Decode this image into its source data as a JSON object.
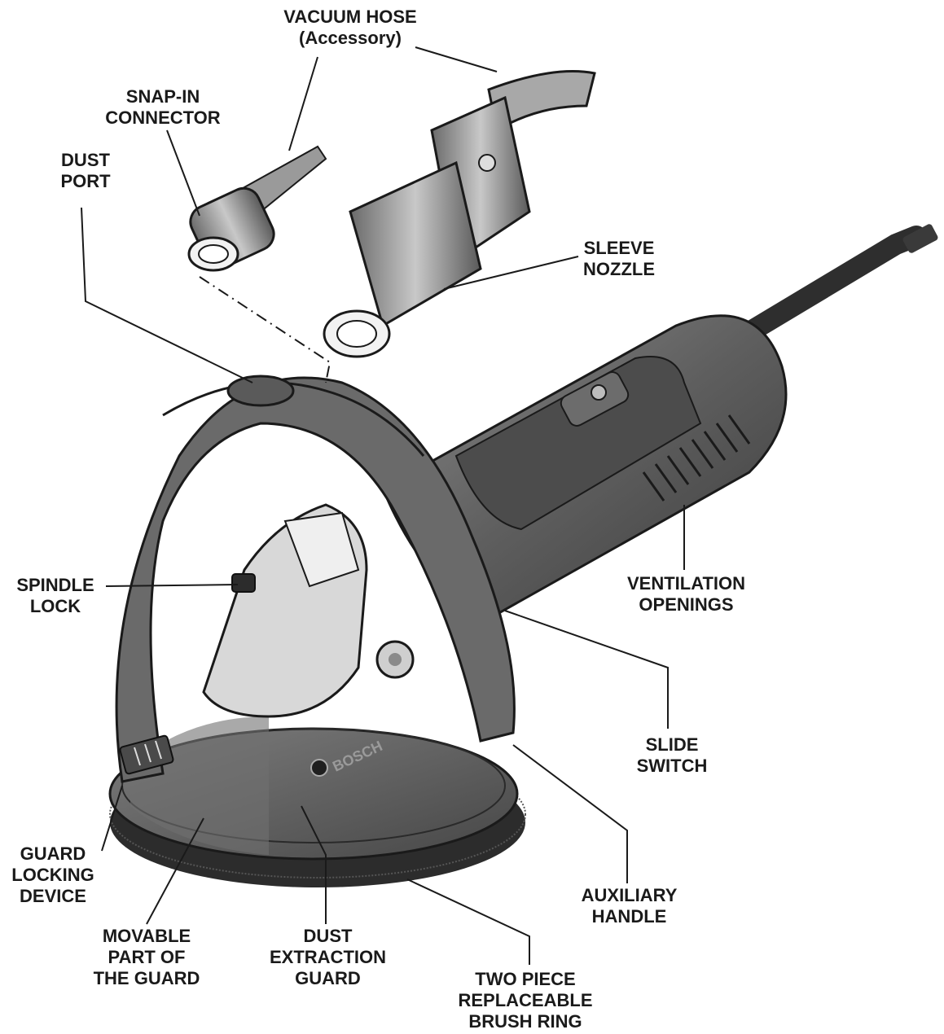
{
  "diagram": {
    "labels": {
      "vacuum_hose": [
        "VACUUM HOSE",
        "(Accessory)"
      ],
      "snap_in_connector": [
        "SNAP-IN",
        "CONNECTOR"
      ],
      "dust_port": [
        "DUST",
        "PORT"
      ],
      "sleeve_nozzle": [
        "SLEEVE",
        "NOZZLE"
      ],
      "spindle_lock": [
        "SPINDLE",
        "LOCK"
      ],
      "ventilation_openings": [
        "VENTILATION",
        "OPENINGS"
      ],
      "slide_switch": [
        "SLIDE",
        "SWITCH"
      ],
      "guard_locking_device": [
        "GUARD",
        "LOCKING",
        "DEVICE"
      ],
      "auxiliary_handle": [
        "AUXILIARY",
        "HANDLE"
      ],
      "movable_part": [
        "MOVABLE",
        "PART OF",
        "THE GUARD"
      ],
      "dust_extraction_guard": [
        "DUST",
        "EXTRACTION",
        "GUARD"
      ],
      "brush_ring": [
        "TWO PIECE",
        "REPLACEABLE",
        "BRUSH RING"
      ]
    },
    "brand_text": "BOSCH"
  }
}
